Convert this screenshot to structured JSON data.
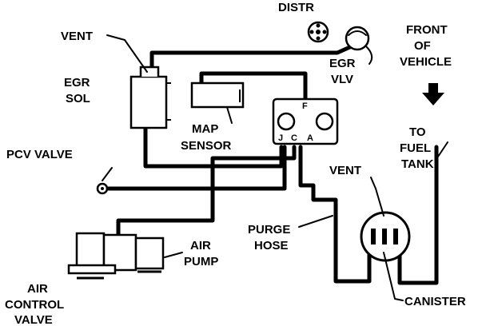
{
  "labels": {
    "distr": "DISTR",
    "vent_top": "VENT",
    "front_of_vehicle": [
      "FRONT",
      "OF",
      "VEHICLE"
    ],
    "egr_sol": [
      "EGR",
      "SOL"
    ],
    "egr_vlv": [
      "EGR",
      "VLV"
    ],
    "map_sensor": [
      "MAP",
      "SENSOR"
    ],
    "pcv_valve": "PCV VALVE",
    "to_fuel_tank": [
      "TO",
      "FUEL",
      "TANK"
    ],
    "vent_canister": "VENT",
    "purge_hose": [
      "PURGE",
      "HOSE"
    ],
    "air_pump": [
      "AIR",
      "PUMP"
    ],
    "air_control_valve": [
      "AIR",
      "CONTROL",
      "VALVE"
    ],
    "canister": "CANISTER"
  },
  "port_letters": {
    "f": "F",
    "j": "J",
    "c": "C",
    "a": "A"
  },
  "icons": {
    "front_arrow": "arrow-down-icon",
    "distributor": "distributor-icon"
  }
}
